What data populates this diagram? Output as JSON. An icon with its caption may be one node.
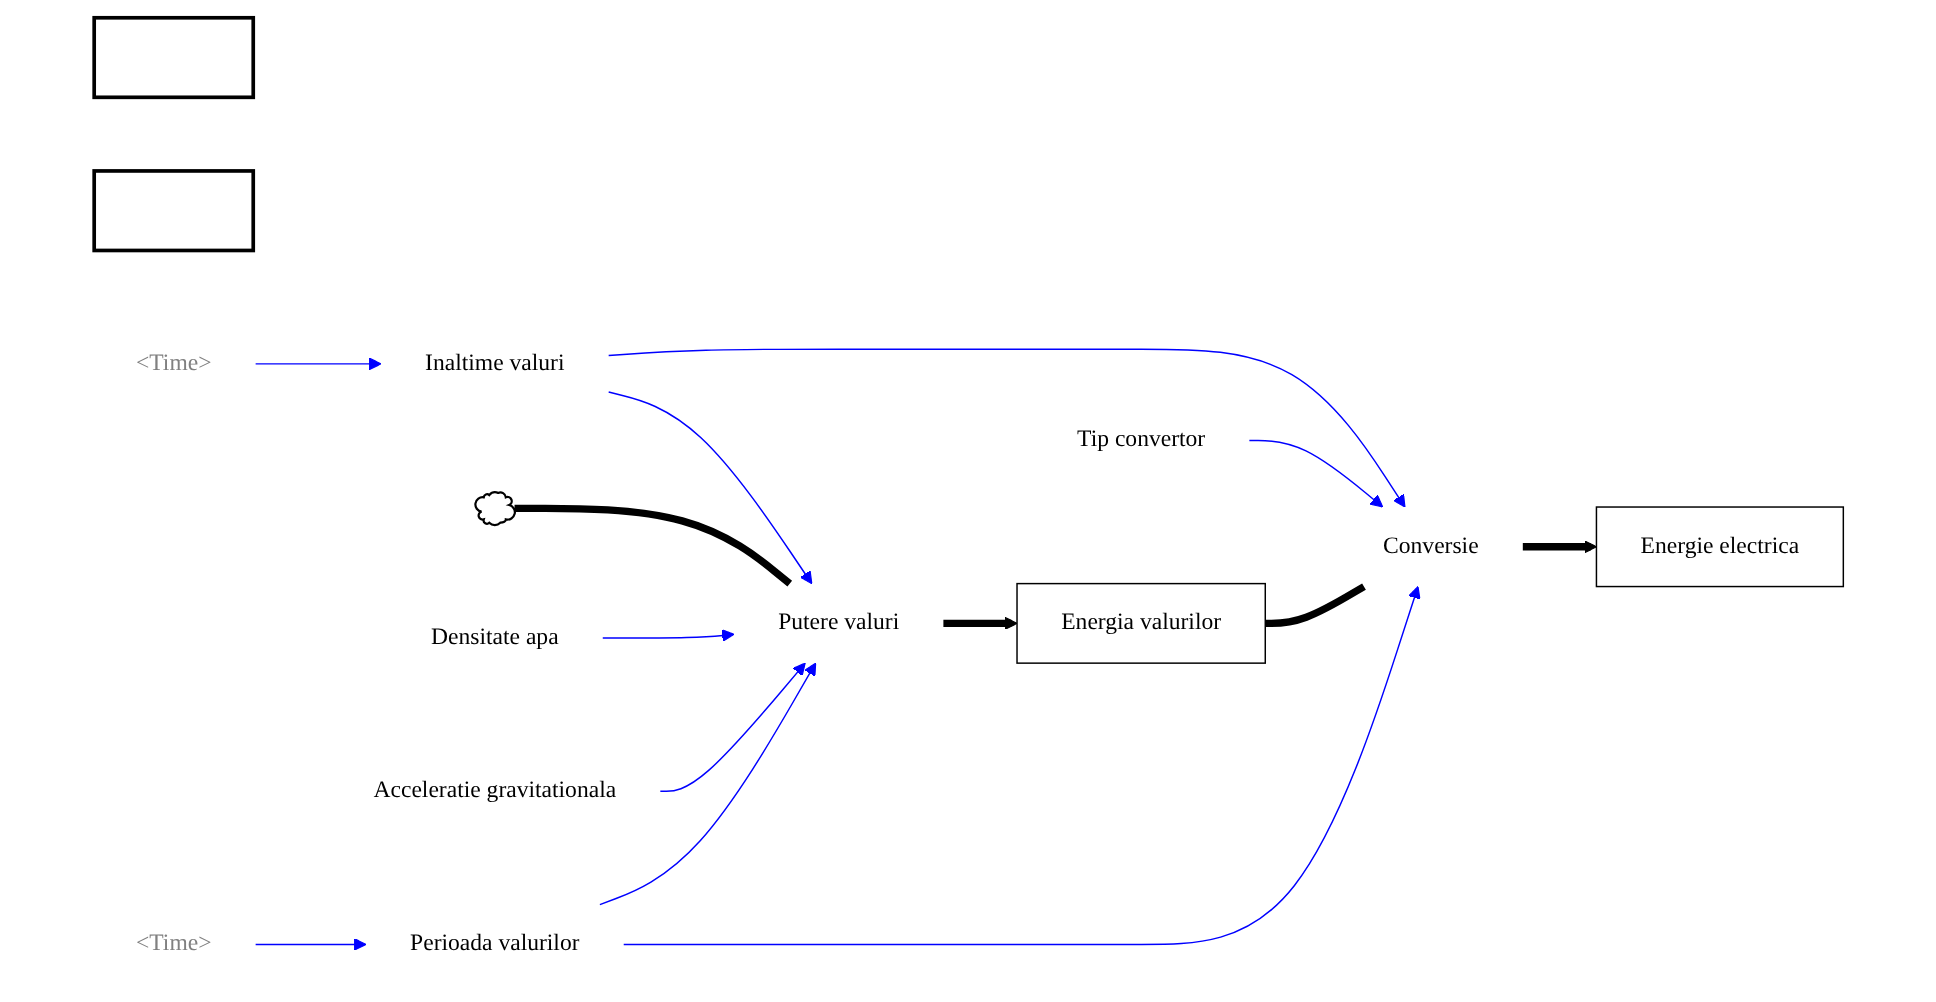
{
  "diagram": {
    "nodes": [
      {
        "text": [],
        "shape": "box"
      },
      {
        "text": [
          "Tip convertor"
        ]
      },
      {
        "text": [],
        "shape": "box"
      },
      {
        "text": [
          "Inaltime valuri"
        ]
      },
      {
        "text": [],
        "shape": "cloud"
      },
      {
        "text": [
          "Putere valuri"
        ]
      },
      {
        "text": [
          "Energia valurilor"
        ]
      },
      {
        "text": [
          "Conversie"
        ]
      },
      {
        "text": [
          "Energie electrica"
        ]
      },
      {
        "text": [
          "<Time>"
        ]
      },
      {
        "text": [
          "Densitate apa"
        ]
      },
      {
        "text": [
          "Acceleratie gravitationala"
        ]
      },
      {
        "text": [
          "Perioada valurilor"
        ]
      },
      {
        "text": [
          "<Time>"
        ]
      }
    ],
    "edges": [
      {
        "from": 9,
        "to": 3,
        "arrow": "to"
      },
      {
        "from": 3,
        "to": 5,
        "arrow": "to"
      },
      {
        "from": 3,
        "to": 7,
        "arrow": "to"
      },
      {
        "from": 1,
        "to": 7,
        "arrow": "to"
      },
      {
        "from": 4,
        "to": 5,
        "arrow": "none",
        "style": "thick",
        "color": "#000000"
      },
      {
        "from": 5,
        "to": 6,
        "arrow": "to",
        "style": "thick",
        "color": "#000000"
      },
      {
        "from": 6,
        "to": 7,
        "arrow": "none",
        "style": "thick",
        "color": "#000000"
      },
      {
        "from": 7,
        "to": 8,
        "arrow": "to",
        "style": "thick",
        "color": "#000000"
      },
      {
        "from": 10,
        "to": 5,
        "arrow": "to"
      },
      {
        "from": 11,
        "to": 5,
        "arrow": "to"
      },
      {
        "from": 12,
        "to": 5,
        "arrow": "to"
      },
      {
        "from": 12,
        "to": 7,
        "arrow": "to"
      },
      {
        "from": 13,
        "to": 12,
        "arrow": "to"
      }
    ]
  }
}
